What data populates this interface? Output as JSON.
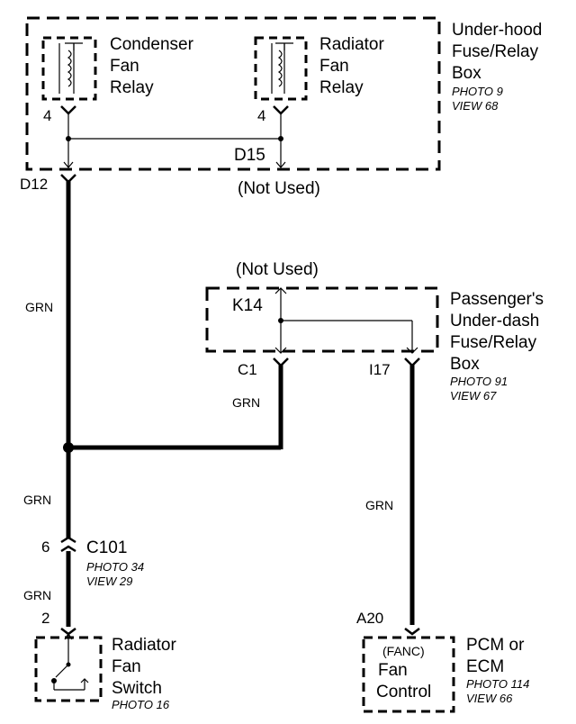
{
  "underhood_box": {
    "name_lines": [
      "Under-hood",
      "Fuse/Relay",
      "Box"
    ],
    "photo": "PHOTO 9",
    "view": "VIEW 68",
    "condenser_relay_lines": [
      "Condenser",
      "Fan",
      "Relay"
    ],
    "radiator_relay_lines": [
      "Radiator",
      "Fan",
      "Relay"
    ],
    "condenser_pin": "4",
    "radiator_pin": "4",
    "terminal": "D15",
    "terminal_note": "(Not Used)",
    "output_terminal": "D12"
  },
  "passenger_box": {
    "name_lines": [
      "Passenger's",
      "Under-dash",
      "Fuse/Relay",
      "Box"
    ],
    "photo": "PHOTO 91",
    "view": "VIEW 67",
    "terminal": "K14",
    "terminal_note": "(Not Used)",
    "left_terminal": "C1",
    "right_terminal": "I17"
  },
  "wires": {
    "w1": "GRN",
    "w2": "GRN",
    "w3": "GRN",
    "w4": "GRN",
    "w5": "GRN"
  },
  "connector": {
    "pin": "6",
    "name": "C101",
    "photo": "PHOTO 34",
    "view": "VIEW 29"
  },
  "switch": {
    "pin": "2",
    "name_lines": [
      "Radiator",
      "Fan",
      "Switch"
    ],
    "photo": "PHOTO 16"
  },
  "pcm": {
    "pin": "A20",
    "code": "(FANC)",
    "function_lines": [
      "Fan",
      "Control"
    ],
    "name_lines": [
      "PCM or",
      "ECM"
    ],
    "photo": "PHOTO 114",
    "view": "VIEW 66"
  }
}
